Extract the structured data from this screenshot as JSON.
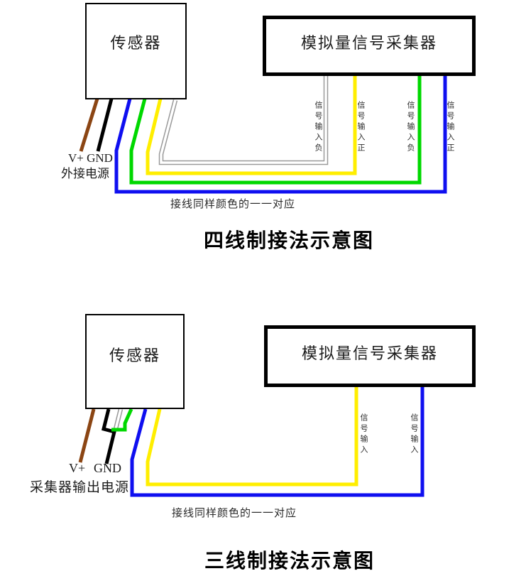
{
  "wire_colors": {
    "brown": "#8B4513",
    "black": "#000000",
    "blue": "#0f0ff0",
    "green": "#00d800",
    "yellow": "#ffee00",
    "white": "#ffffff",
    "white_outline": "#999999"
  },
  "diagram1": {
    "sensor_label": "传感器",
    "collector_label": "模拟量信号采集器",
    "power_labels": {
      "line1": "V+ GND",
      "line2": "外接电源"
    },
    "terminals": [
      {
        "label": "信号输入负",
        "wire": "white"
      },
      {
        "label": "信号输入正",
        "wire": "yellow"
      },
      {
        "label": "信号输入负",
        "wire": "green"
      },
      {
        "label": "信号输入正",
        "wire": "blue"
      }
    ],
    "note": "接线同样颜色的一一对应",
    "caption": "四线制接法示意图"
  },
  "diagram2": {
    "sensor_label": "传感器",
    "collector_label": "模拟量信号采集器",
    "power_labels": {
      "vplus": "V+",
      "gnd": "GND",
      "line2": "采集器输出电源"
    },
    "terminals": [
      {
        "label": "信号输入",
        "wire": "yellow"
      },
      {
        "label": "信号输入",
        "wire": "blue"
      }
    ],
    "note": "接线同样颜色的一一对应",
    "caption": "三线制接法示意图"
  }
}
